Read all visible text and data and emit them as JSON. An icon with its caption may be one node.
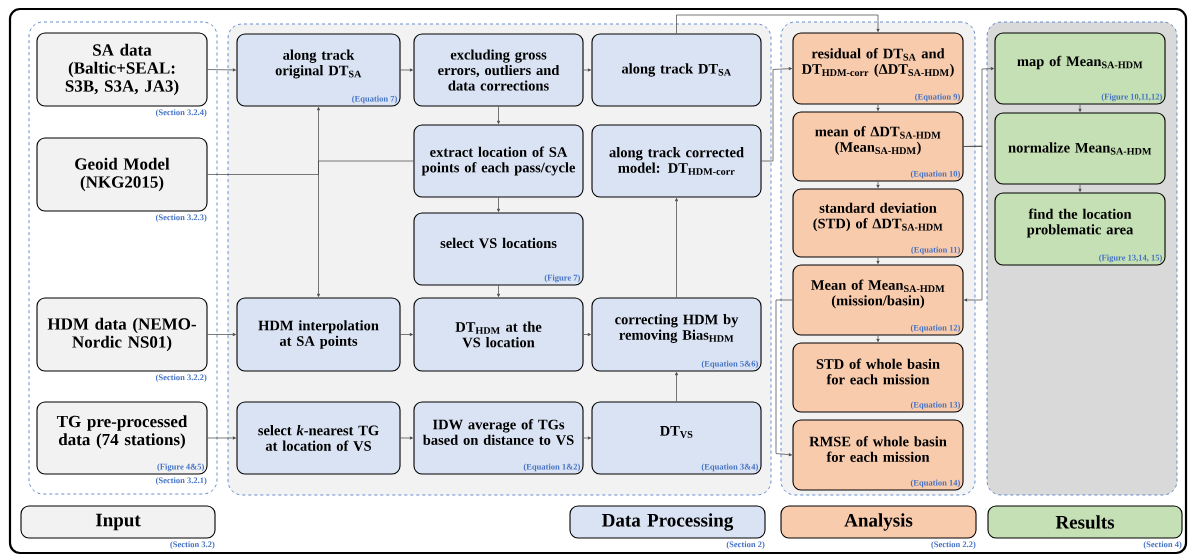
{
  "diagram": {
    "nodes": [
      {
        "text": [],
        "shape": "box"
      },
      {
        "text": [
          "SA data (Baltic+SEAL: S3B, S3A, JA3)"
        ],
        "in": 0,
        "beside": [
          "(Section 3.2.4)"
        ]
      },
      {
        "text": [
          "Geoid Model (NKG2015)"
        ],
        "in": 0,
        "beside": [
          "(Section 3.2.3)"
        ]
      },
      {
        "text": [
          "HDM data (NEMO-Nordic NS01)"
        ],
        "in": 0,
        "beside": [
          "(Section 3.2.2)"
        ]
      },
      {
        "text": [
          "TG pre-processed data (74 stations)",
          "(Figure 4&5)"
        ],
        "in": 0,
        "beside": [
          "(Section 3.2.1)"
        ]
      },
      {
        "text": [],
        "shape": "box"
      },
      {
        "text": [
          "along track original DT$_{SA}$",
          "(Equation 7)"
        ],
        "in": 5
      },
      {
        "text": [
          "excluding gross errors, outliers and data corrections"
        ],
        "in": 5
      },
      {
        "text": [
          "along track DT$_{SA}$"
        ],
        "in": 5
      },
      {
        "text": [
          "extract location of SA points of each pass/cycle"
        ],
        "in": 5
      },
      {
        "text": [
          "along track corrected model: DT$_{HDM-corr}$"
        ],
        "in": 5
      },
      {
        "text": [
          "select VS locations",
          "(Figure 7)"
        ],
        "in": 5
      },
      {
        "text": [
          "HDM interpolation at SA points"
        ],
        "in": 5
      },
      {
        "text": [
          "DT$_{HDM}$ at the VS location"
        ],
        "in": 5
      },
      {
        "text": [
          "correcting HDM by removing Bias$_{HDM}$",
          "(Equation 5&6)"
        ],
        "in": 5
      },
      {
        "text": [
          "select *k*-nearest TG at location of VS"
        ],
        "in": 5
      },
      {
        "text": [
          "IDW average of TGs based on distance to VS",
          "(Equation 1&2)"
        ],
        "in": 5
      },
      {
        "text": [
          "DT$_{VS}$",
          "(Equation 3&4)"
        ],
        "in": 5
      },
      {
        "text": [],
        "shape": "box"
      },
      {
        "text": [
          "residual of DT$_{SA}$ and DT$_{HDM-corr}$ (ΔDT$_{SA-HDM}$)",
          "(Equation 9)"
        ],
        "in": 18
      },
      {
        "text": [
          "mean of ΔDT$_{SA-HDM}$ (Mean$_{SA-HDM}$)",
          "(Equation 10)"
        ],
        "in": 18
      },
      {
        "text": [
          "standard deviation (STD) of ΔDT$_{SA-HDM}$",
          "(Equation 11)"
        ],
        "in": 18
      },
      {
        "text": [
          "Mean of Mean$_{SA-HDM}$ (mission/basin)",
          "(Equation 12)"
        ],
        "in": 18
      },
      {
        "text": [
          "STD of whole basin for each mission",
          "(Equation 13)"
        ],
        "in": 18
      },
      {
        "text": [
          "RMSE of whole basin for each mission",
          "(Equation 14)"
        ],
        "in": 18
      },
      {
        "text": [],
        "shape": "box"
      },
      {
        "text": [
          "map of Mean$_{SA-HDM}$",
          "(Figure 10,11,12)"
        ],
        "in": 25
      },
      {
        "text": [
          "normalize Mean$_{SA-HDM}$"
        ],
        "in": 25
      },
      {
        "text": [
          "find the location problematic area",
          "(Figure 13,14, 15)"
        ],
        "in": 25
      },
      {
        "text": [
          "Input"
        ],
        "beside": [
          "(Section 3.2)"
        ]
      },
      {
        "text": [
          "Data Processing"
        ],
        "beside": [
          "(Section 2)"
        ]
      },
      {
        "text": [
          "Analysis"
        ],
        "beside": [
          "(Section 2.2)"
        ]
      },
      {
        "text": [
          "Results"
        ],
        "beside": [
          "(Section 4)"
        ]
      }
    ],
    "edges": [
      {
        "from": 1,
        "to": 6,
        "arrow": "to"
      },
      {
        "from": 2,
        "to": 6,
        "arrow": "to"
      },
      {
        "from": 6,
        "to": 7,
        "arrow": "to"
      },
      {
        "from": 7,
        "to": 8,
        "arrow": "to"
      },
      {
        "from": 7,
        "to": 9,
        "arrow": "to"
      },
      {
        "from": 9,
        "to": 11,
        "arrow": "to"
      },
      {
        "from": 9,
        "to": 12,
        "arrow": "to"
      },
      {
        "from": 3,
        "to": 12,
        "arrow": "to"
      },
      {
        "from": 4,
        "to": 15,
        "arrow": "to"
      },
      {
        "from": 12,
        "to": 13,
        "arrow": "to"
      },
      {
        "from": 11,
        "to": 13,
        "arrow": "to"
      },
      {
        "from": 13,
        "to": 14,
        "arrow": "to"
      },
      {
        "from": 15,
        "to": 16,
        "arrow": "to"
      },
      {
        "from": 16,
        "to": 17,
        "arrow": "to"
      },
      {
        "from": 17,
        "to": 14,
        "arrow": "to"
      },
      {
        "from": 14,
        "to": 10,
        "arrow": "to"
      },
      {
        "from": 8,
        "to": 19,
        "arrow": "to"
      },
      {
        "from": 10,
        "to": 19,
        "arrow": "to"
      },
      {
        "from": 19,
        "to": 20,
        "arrow": "to"
      },
      {
        "from": 20,
        "to": 21,
        "arrow": "to"
      },
      {
        "from": 21,
        "to": 22,
        "arrow": "to"
      },
      {
        "from": 22,
        "to": 23,
        "arrow": "to"
      },
      {
        "from": 20,
        "to": 26,
        "arrow": "to"
      },
      {
        "from": 20,
        "to": 22,
        "arrow": "to"
      },
      {
        "from": 22,
        "to": 24,
        "arrow": "to"
      },
      {
        "from": 26,
        "to": 27,
        "arrow": "to"
      },
      {
        "from": 27,
        "to": 28,
        "arrow": "to"
      }
    ]
  }
}
